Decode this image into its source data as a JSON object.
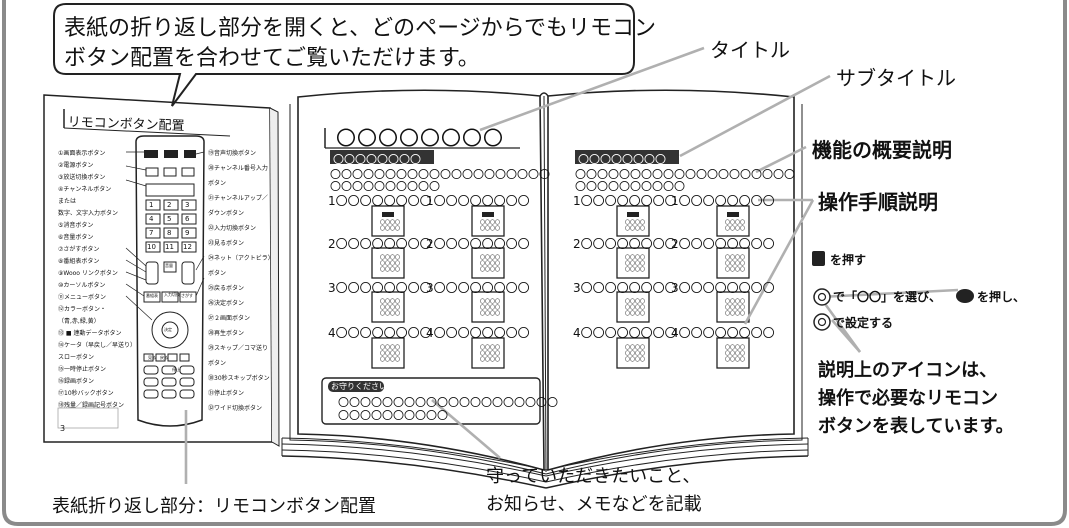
{
  "callout": {
    "line1": "表紙の折り返し部分を開くと、どのページからでもリモコン",
    "line2": "ボタン配置を合わせてご覧いただけます。"
  },
  "labels": {
    "title": "タイトル",
    "subtitle": "サブタイトル",
    "overview": "機能の概要説明",
    "procedure": "操作手順説明",
    "icons_line1": "説明上のアイコンは、",
    "icons_line2": "操作で必要なリモコン",
    "icons_line3": "ボタンを表しています。",
    "cover_fold": "表紙折り返し部分：リモコンボタン配置",
    "notes_line1": "守っていただきたいこと、",
    "notes_line2": "お知らせ、メモなどを記載"
  },
  "sample_steps": {
    "step1": "を押す",
    "step2a": "で「〇〇」を選び、",
    "step2b": "を押し、",
    "step3": "で設定する"
  },
  "left_page": {
    "heading": "リモコンボタン配置",
    "page_number": "3",
    "buttons_left": [
      "①画面表示ボタン",
      "②電源ボタン",
      "③放送切換ボタン",
      "④チャンネルボタン",
      "または",
      "数字、文字入力ボタン",
      "⑤消音ボタン",
      "⑥音量ボタン",
      "⑦さがすボタン",
      "⑧番組表ボタン",
      "⑨Wooo リンクボタン",
      "⑩カーソルボタン",
      "⑪メニューボタン",
      "⑫カラーボタン・",
      "（青,赤,緑,黄）",
      "⑬ ■ 連動データボタン",
      "⑭ケータ（早戻し／早送り）",
      "スローボタン",
      "⑮一時停止ボタン",
      "⑯録画ボタン",
      "⑰10秒バックボタン",
      "⑱残量／録画記号ボタン"
    ],
    "buttons_right": [
      "⑲音声切換ボタン",
      "⑳チャンネル番号入力",
      "ボタン",
      "㉑チャンネルアップ／",
      "ダウンボタン",
      "㉒入力切換ボタン",
      "㉓見るボタン",
      "㉔ネット（アクトビラ）",
      "ボタン",
      "㉕戻るボタン",
      "㉖決定ボタン",
      "㉗２画面ボタン",
      "㉘再生ボタン",
      "㉙スキップ／コマ送り",
      "ボタン",
      "㉚30秒スキップボタン",
      "㉛停止ボタン",
      "㉜ワイド切換ボタン"
    ],
    "remote_keys": [
      "音量",
      "入力切換",
      "番組表",
      "さがす",
      "見る",
      "戻る",
      "決定",
      "停止",
      "1",
      "2",
      "3",
      "4",
      "5",
      "6",
      "7",
      "8",
      "9",
      "10",
      "11",
      "12"
    ]
  },
  "placeholder": {
    "title": "〇〇〇〇〇〇〇〇",
    "subtitle": "〇〇〇〇〇〇〇〇",
    "overview_line1": "〇〇〇〇〇〇〇〇〇〇〇〇〇〇〇〇〇〇〇〇",
    "overview_line2": "〇〇〇〇〇〇〇〇〇〇",
    "steps": [
      "1〇〇〇〇〇〇〇〇",
      "2〇〇〇〇〇〇〇〇",
      "3〇〇〇〇〇〇〇〇",
      "4〇〇〇〇〇〇〇〇"
    ],
    "icon_text": "〇〇〇〇",
    "note_tag": "お守りください",
    "note_line1": "〇〇〇〇〇〇〇〇〇〇〇〇〇〇〇〇〇〇〇〇",
    "note_line2": "〇〇〇〇〇〇〇〇〇〇"
  },
  "colors": {
    "panel_border": "#8a8a8a",
    "ink": "#111111",
    "subtitle_bar": "#333333",
    "leader_line": "#b0b0b0"
  }
}
